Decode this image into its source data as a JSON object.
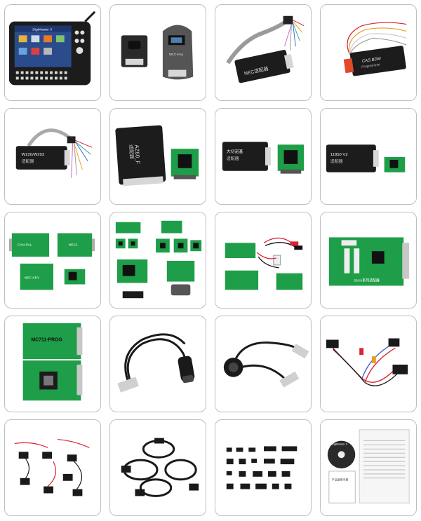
{
  "tiles": [
    {
      "id": "obd-tablet-main-unit",
      "labels": [
        "DigiMaster 3"
      ]
    },
    {
      "id": "chip-adapter-and-handheld",
      "labels": [
        "NEC-Key"
      ]
    },
    {
      "id": "nec-adapter-box",
      "labels": [
        "NEC适配器"
      ]
    },
    {
      "id": "cas-bdm-programmer",
      "labels": [
        "CAS BDM",
        "Programmer"
      ]
    },
    {
      "id": "w220-w203-adapter",
      "labels": [
        "W220/W203",
        "适配器"
      ]
    },
    {
      "id": "az60-f-adapter",
      "labels": [
        "AZ60_F",
        "适配器"
      ]
    },
    {
      "id": "nec-chip-adapter-box",
      "labels": [
        "大切诺基",
        "适配器"
      ]
    },
    {
      "id": "tms-adapter-box",
      "labels": [
        "11850 V2",
        "适配器"
      ]
    },
    {
      "id": "green-pcb-adapters-a",
      "labels": [
        "CAN-PAL",
        "NEC1",
        "NEC KEY"
      ]
    },
    {
      "id": "green-pcb-adapters-b",
      "labels": []
    },
    {
      "id": "clip-socket-adapters",
      "labels": []
    },
    {
      "id": "35xx-adapter-board",
      "labels": [
        "35XX系列适配器"
      ]
    },
    {
      "id": "mc711-prog-board",
      "labels": [
        "MC711-PROG"
      ]
    },
    {
      "id": "obd-cable-round",
      "labels": []
    },
    {
      "id": "obd-cable-bmw",
      "labels": []
    },
    {
      "id": "wire-harness-cables",
      "labels": []
    },
    {
      "id": "connector-cable-set",
      "labels": []
    },
    {
      "id": "obd-extension-cables",
      "labels": []
    },
    {
      "id": "ic-chips-set",
      "labels": []
    },
    {
      "id": "cd-and-manual",
      "labels": [
        "DigiMaster 3",
        "产品使用手册"
      ]
    }
  ],
  "colors": {
    "border": "#bfbfbf",
    "device": "#1c1c1c",
    "pcb": "#1e9e48",
    "cable": "#1a1a1a"
  }
}
